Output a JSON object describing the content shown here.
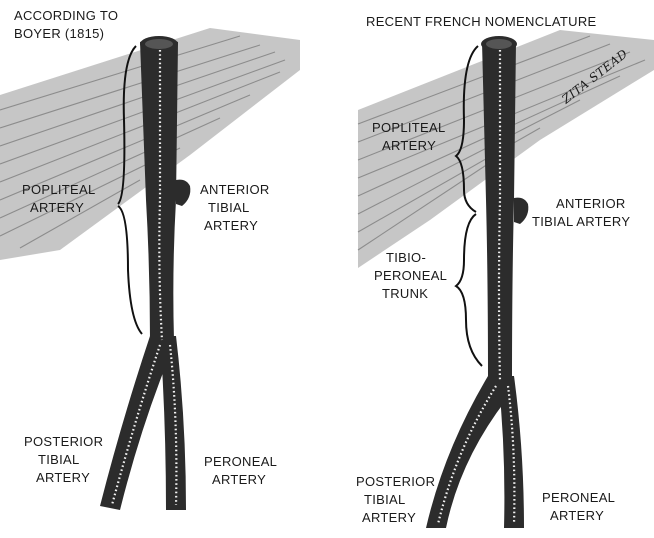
{
  "left_panel": {
    "header_line1": "ACCORDING TO",
    "header_line2": "BOYER (1815)",
    "popliteal_line1": "POPLITEAL",
    "popliteal_line2": "ARTERY",
    "anterior_line1": "ANTERIOR",
    "anterior_line2": "TIBIAL",
    "anterior_line3": "ARTERY",
    "posterior_line1": "POSTERIOR",
    "posterior_line2": "TIBIAL",
    "posterior_line3": "ARTERY",
    "peroneal_line1": "PERONEAL",
    "peroneal_line2": "ARTERY"
  },
  "right_panel": {
    "header": "RECENT FRENCH NOMENCLATURE",
    "popliteal_line1": "POPLITEAL",
    "popliteal_line2": "ARTERY",
    "anterior_line1": "ANTERIOR",
    "anterior_line2": "TIBIAL ARTERY",
    "trunk_line1": "TIBIO-",
    "trunk_line2": "PERONEAL",
    "trunk_line3": "TRUNK",
    "posterior_line1": "POSTERIOR",
    "posterior_line2": "TIBIAL",
    "posterior_line3": "ARTERY",
    "peroneal_line1": "PERONEAL",
    "peroneal_line2": "ARTERY"
  },
  "signature": "ZITA STEAD",
  "colors": {
    "muscle": "#b9b9b9",
    "vessel": "#2c2c2c",
    "ink": "#1a1a1a"
  }
}
